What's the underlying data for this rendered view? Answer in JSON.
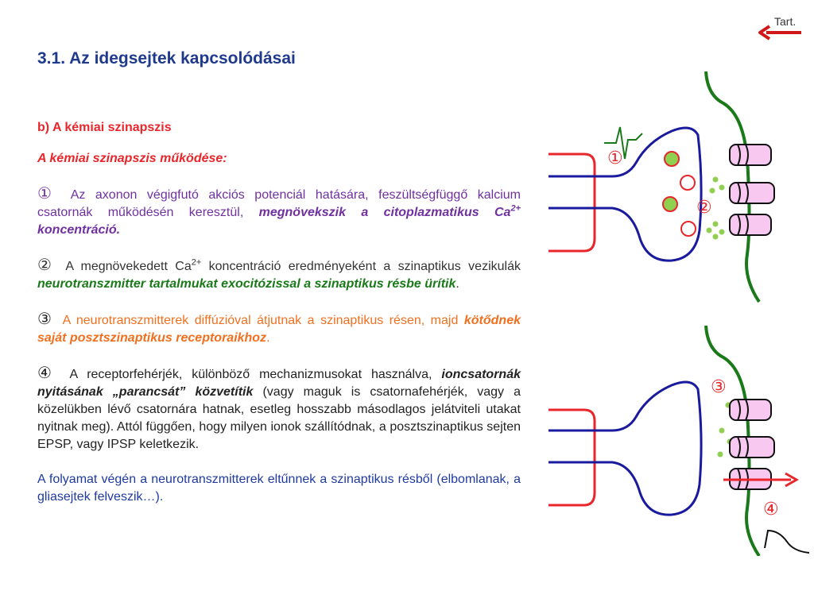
{
  "header": {
    "title": "3.1. Az idegsejtek kapcsolódásai",
    "nav_label": "Tart."
  },
  "content": {
    "subtitle": "b) A kémiai szinapszis",
    "subheading": "A kémiai szinapszis működése:",
    "p1": {
      "num": "①",
      "t1": " Az axonon végigfutó akciós potenciál hatására, feszültségfüggő kalcium csatornák működésén keresztül, ",
      "b1": "megnövekszik a citoplazmatikus Ca",
      "sup": "2+",
      "b2": " koncentráció."
    },
    "p2": {
      "num": "②",
      "t1": " A megnövekedett Ca",
      "sup": "2+",
      "t2": " koncentráció eredményeként a szinaptikus vezikulák ",
      "b1": "neurotranszmitter tartalmukat exocitózissal a szinaptikus résbe ürítik",
      "t3": "."
    },
    "p3": {
      "num": "③",
      "t1": " A neurotranszmitterek diffúzióval átjutnak a szinaptikus résen, majd ",
      "b1": "kötődnek saját posztszinaptikus receptoraikhoz",
      "t2": "."
    },
    "p4": {
      "num": "④",
      "t1": " A receptorfehérjék, különböző mechanizmusokat használva, ",
      "b1": "ioncsatornák nyitásának „parancsát” közvetítik",
      "t2": " (vagy maguk is csatornafehérjék, vagy a közelükben lévő csatornára hatnak, esetleg hosszabb másodlagos jelátviteli utakat nyitnak meg). Attól függően, hogy milyen ionok szállítódnak, a posztszinaptikus sejten EPSP, vagy IPSP keletkezik."
    },
    "p5": "A folyamat végén a neurotranszmitterek eltűnnek a szinaptikus résből (elbomlanak, a gliasejtek felveszik…)."
  },
  "diagram": {
    "markers": [
      "①",
      "②",
      "③",
      "④"
    ]
  },
  "colors": {
    "title": "#1f3a8c",
    "red": "#e8262b",
    "purple": "#7030a0",
    "green": "#1a7a1a",
    "orange": "#f07020",
    "blue": "#1f3aa0",
    "membrane_green": "#1a7a1a",
    "axon_blue": "#1a1a9e",
    "receptor_pink": "#f8c8f0",
    "transmitter_green": "#8fd050"
  }
}
